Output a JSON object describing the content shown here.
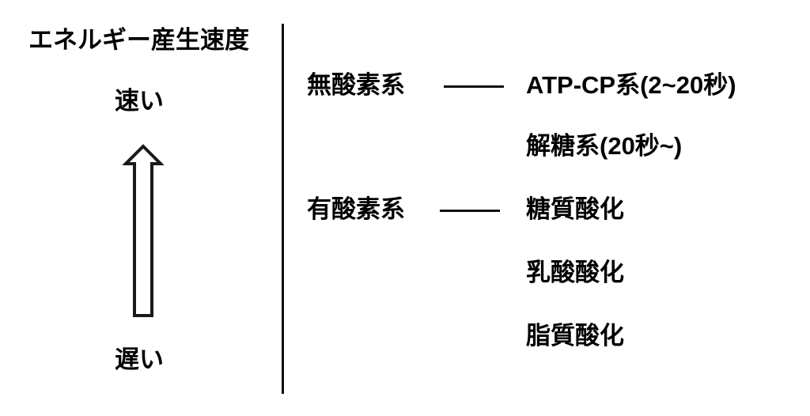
{
  "diagram": {
    "left_axis": {
      "title": "エネルギー産生速度",
      "top_label": "速い",
      "bottom_label": "遅い",
      "arrow_icon": "up-arrow-icon",
      "arrow_direction": "up"
    },
    "divider_color": "#0d0d0d",
    "rows": [
      {
        "category": "無酸素系",
        "has_connector": true,
        "connector": "——",
        "item": "ATP-CP系(2~20秒)"
      },
      {
        "category": "",
        "has_connector": false,
        "connector": "",
        "item": "解糖系(20秒~)"
      },
      {
        "category": "有酸素系",
        "has_connector": true,
        "connector": "——",
        "item": "糖質酸化"
      },
      {
        "category": "",
        "has_connector": false,
        "connector": "",
        "item": "乳酸酸化"
      },
      {
        "category": "",
        "has_connector": false,
        "connector": "",
        "item": "脂質酸化"
      }
    ]
  }
}
